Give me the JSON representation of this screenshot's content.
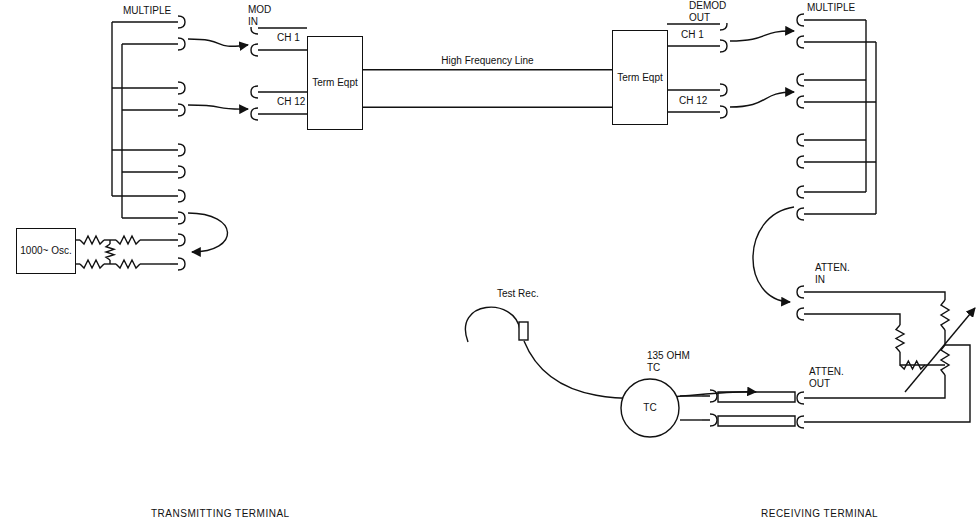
{
  "diagram": {
    "nodes": [
      {
        "text": [
          "Term Eqpt"
        ]
      },
      {
        "text": [
          "Term Eqpt"
        ]
      },
      {
        "text": [
          "1000~ Osc."
        ]
      },
      {
        "text": [
          "TC"
        ]
      }
    ],
    "edges": [
      {
        "from": 0,
        "to": 1,
        "arrow": "none",
        "label": "High Frequency Line"
      }
    ],
    "labels": [
      "MULTIPLE",
      "MOD IN",
      "CH 1",
      "CH 12",
      "DEMOD OUT",
      "CH 1",
      "CH 12",
      "MULTIPLE",
      "Test Rec.",
      "ATTEN. IN",
      "135 OHM TC",
      "ATTEN. OUT",
      "TRANSMITTING TERMINAL",
      "RECEIVING TERMINAL"
    ]
  }
}
